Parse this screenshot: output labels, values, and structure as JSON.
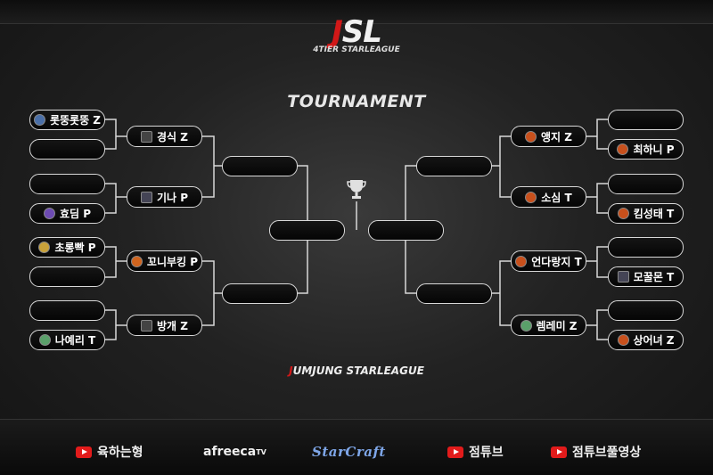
{
  "logo": {
    "letter_j": "J",
    "letters_rest": "SL",
    "subtitle": "4TIER STARLEAGUE"
  },
  "title": "TOURNAMENT",
  "league_j": "J",
  "league_rest": "UMJUNG STARLEAGUE",
  "left_round1": [
    {
      "label": "롯뚱롯뚱 Z",
      "icon": "emblem-icon"
    },
    {
      "label": ""
    },
    {
      "label": ""
    },
    {
      "label": "효딤 P",
      "icon": "purple-emblem-icon"
    },
    {
      "label": "초롱빡 P",
      "icon": "gold-emblem-icon"
    },
    {
      "label": ""
    },
    {
      "label": ""
    },
    {
      "label": "나예리 T",
      "icon": "green-emblem-icon"
    }
  ],
  "left_round2": [
    {
      "label": "경식 Z",
      "icon": "team-badge-icon"
    },
    {
      "label": "기나 P",
      "icon": "team-badge-icon"
    },
    {
      "label": "꼬니부킹 P",
      "icon": "orange-emblem-icon"
    },
    {
      "label": "방개 Z",
      "icon": "team-badge-icon"
    }
  ],
  "right_round1": [
    {
      "label": ""
    },
    {
      "label": "최하니 P",
      "icon": "orange-emblem-icon"
    },
    {
      "label": ""
    },
    {
      "label": "킴성태 T",
      "icon": "orange-emblem-icon"
    },
    {
      "label": ""
    },
    {
      "label": "모꿀몬 T",
      "icon": "team-badge-icon"
    },
    {
      "label": ""
    },
    {
      "label": "상어녀 Z",
      "icon": "orange-emblem-icon"
    }
  ],
  "right_round2": [
    {
      "label": "앵지 Z",
      "icon": "orange-emblem-icon"
    },
    {
      "label": "소심 T",
      "icon": "orange-emblem-icon"
    },
    {
      "label": "언다랑지 T",
      "icon": "orange-emblem-icon"
    },
    {
      "label": "렘레미 Z",
      "icon": "green-emblem-icon"
    }
  ],
  "sponsors": {
    "youtube1": "육하는형",
    "afreeca": "afreeca",
    "afreeca_tv": "TV",
    "starcraft": "StarCraft",
    "youtube2": "점튜브",
    "youtube3": "점튜브풀영상"
  },
  "colors": {
    "accent": "#d11818",
    "slot_border": "#d8d8d8"
  }
}
